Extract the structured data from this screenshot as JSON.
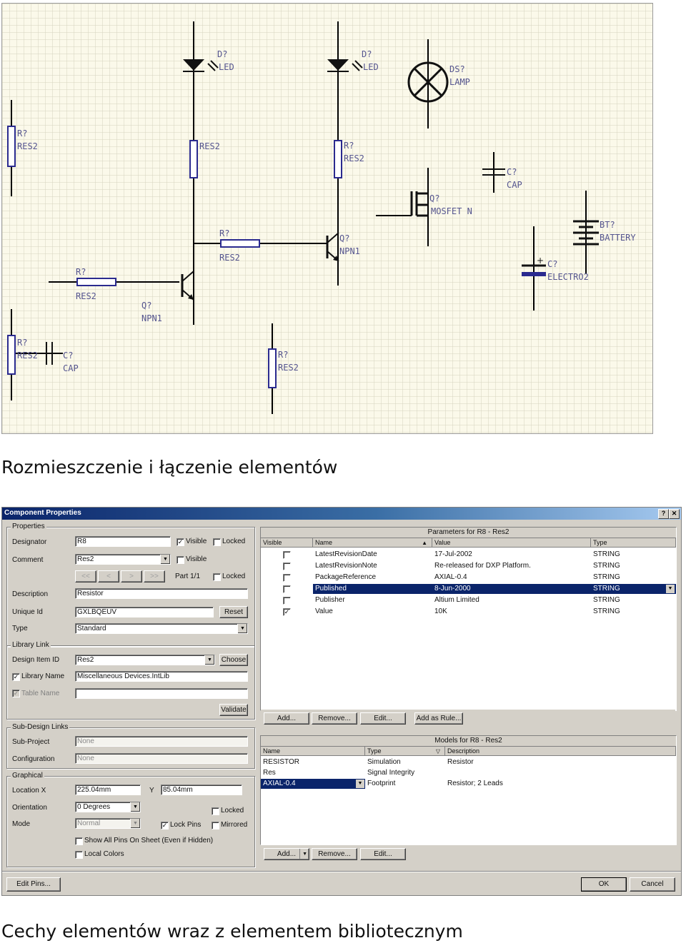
{
  "schematic": {
    "components": [
      {
        "ref": "D?",
        "type": "LED"
      },
      {
        "ref": "D?",
        "type": "LED"
      },
      {
        "ref": "DS?",
        "type": "LAMP"
      },
      {
        "ref": "R?",
        "type": "RES2"
      },
      {
        "ref": "",
        "type": "RES2"
      },
      {
        "ref": "R?",
        "type": "RES2"
      },
      {
        "ref": "C?",
        "type": "CAP"
      },
      {
        "ref": "Q?",
        "type": "MOSFET N"
      },
      {
        "ref": "BT?",
        "type": "BATTERY"
      },
      {
        "ref": "R?",
        "type": "RES2"
      },
      {
        "ref": "Q?",
        "type": "NPN1"
      },
      {
        "ref": "R?",
        "type": "RES2"
      },
      {
        "ref": "Q?",
        "type": "NPN1"
      },
      {
        "ref": "C?",
        "type": "ELECTRO2"
      },
      {
        "ref": "R?",
        "type": "RES2"
      },
      {
        "ref": "C?",
        "type": "CAP"
      },
      {
        "ref": "R?",
        "type": "RES2"
      }
    ]
  },
  "caption_top": "Rozmieszczenie i łączenie elementów",
  "caption_bottom": "Cechy elementów wraz z elementem bibliotecznym",
  "dialog": {
    "title": "Component Properties",
    "help_btn": "?",
    "close_btn": "✕",
    "properties": {
      "group": "Properties",
      "designator_label": "Designator",
      "designator_value": "R8",
      "visible_label": "Visible",
      "locked_label": "Locked",
      "comment_label": "Comment",
      "comment_value": "Res2",
      "nav": [
        "<<",
        "<",
        ">",
        ">>"
      ],
      "part_label": "Part 1/1",
      "description_label": "Description",
      "description_value": "Resistor",
      "unique_id_label": "Unique Id",
      "unique_id_value": "GXLBQEUV",
      "reset_btn": "Reset",
      "type_label": "Type",
      "type_value": "Standard"
    },
    "library_link": {
      "group": "Library Link",
      "design_item_label": "Design Item ID",
      "design_item_value": "Res2",
      "choose_btn": "Choose",
      "library_name_label": "Library Name",
      "library_name_value": "Miscellaneous Devices.IntLib",
      "table_name_label": "Table Name",
      "table_name_value": "",
      "validate_btn": "Validate"
    },
    "sub_design": {
      "group": "Sub-Design Links",
      "sub_project_label": "Sub-Project",
      "sub_project_value": "None",
      "configuration_label": "Configuration",
      "configuration_value": "None"
    },
    "graphical": {
      "group": "Graphical",
      "location_label": "Location  X",
      "x_value": "225.04mm",
      "y_label": "Y",
      "y_value": "85.04mm",
      "orientation_label": "Orientation",
      "orientation_value": "0 Degrees",
      "locked_label": "Locked",
      "mode_label": "Mode",
      "mode_value": "Normal",
      "lock_pins_label": "Lock Pins",
      "mirrored_label": "Mirrored",
      "show_pins_label": "Show All Pins On Sheet (Even if Hidden)",
      "local_colors_label": "Local Colors"
    },
    "parameters": {
      "title": "Parameters for R8 - Res2",
      "columns": [
        "Visible",
        "Name",
        "Value",
        "Type"
      ],
      "rows": [
        {
          "visible": false,
          "name": "LatestRevisionDate",
          "value": "17-Jul-2002",
          "type": "STRING"
        },
        {
          "visible": false,
          "name": "LatestRevisionNote",
          "value": "Re-released for DXP Platform.",
          "type": "STRING"
        },
        {
          "visible": false,
          "name": "PackageReference",
          "value": "AXIAL-0.4",
          "type": "STRING"
        },
        {
          "visible": false,
          "name": "Published",
          "value": "8-Jun-2000",
          "type": "STRING",
          "selected": true
        },
        {
          "visible": false,
          "name": "Publisher",
          "value": "Altium Limited",
          "type": "STRING"
        },
        {
          "visible": true,
          "name": "Value",
          "value": "10K",
          "type": "STRING"
        }
      ],
      "buttons": [
        "Add...",
        "Remove...",
        "Edit...",
        "Add as Rule..."
      ]
    },
    "models": {
      "title": "Models for R8 - Res2",
      "columns": [
        "Name",
        "Type",
        "Description"
      ],
      "rows": [
        {
          "name": "RESISTOR",
          "type": "Simulation",
          "description": "Resistor"
        },
        {
          "name": "Res",
          "type": "Signal Integrity",
          "description": ""
        },
        {
          "name": "AXIAL-0.4",
          "type": "Footprint",
          "description": "Resistor; 2 Leads",
          "selected": true
        }
      ],
      "buttons": [
        "Add...",
        "Remove...",
        "Edit..."
      ]
    },
    "footer": {
      "edit_pins_btn": "Edit Pins...",
      "ok_btn": "OK",
      "cancel_btn": "Cancel"
    }
  }
}
